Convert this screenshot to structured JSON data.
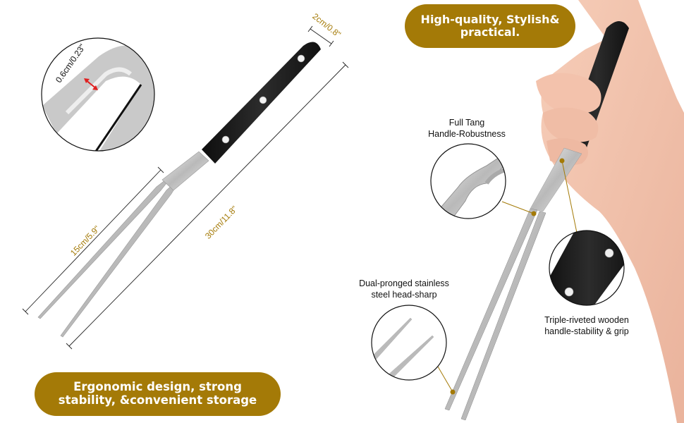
{
  "banners": {
    "top": {
      "line1": "High-quality, Stylish&",
      "line2": "practical."
    },
    "bottom": {
      "line1": "Ergonomic design, strong",
      "line2": "stability, &convenient storage"
    }
  },
  "dimensions": {
    "prong_width": "0.6cm/0.23\"",
    "handle_width": "2cm/0.8\"",
    "prong_length": "15cm/5.9\"",
    "total_length": "30cm/11.8\""
  },
  "callouts": {
    "full_tang": {
      "line1": "Full Tang",
      "line2": "Handle-Robustness"
    },
    "dual_pronged": {
      "line1": "Dual-pronged stainless",
      "line2": "steel head-sharp"
    },
    "triple_riveted": {
      "line1": "Triple-riveted wooden",
      "line2": "handle-stability & grip"
    }
  },
  "colors": {
    "accent_gold": "#a47a07",
    "handle_black": "#1c1c1c",
    "steel": "#c8c8c8",
    "skin": "#f1c3ae"
  }
}
